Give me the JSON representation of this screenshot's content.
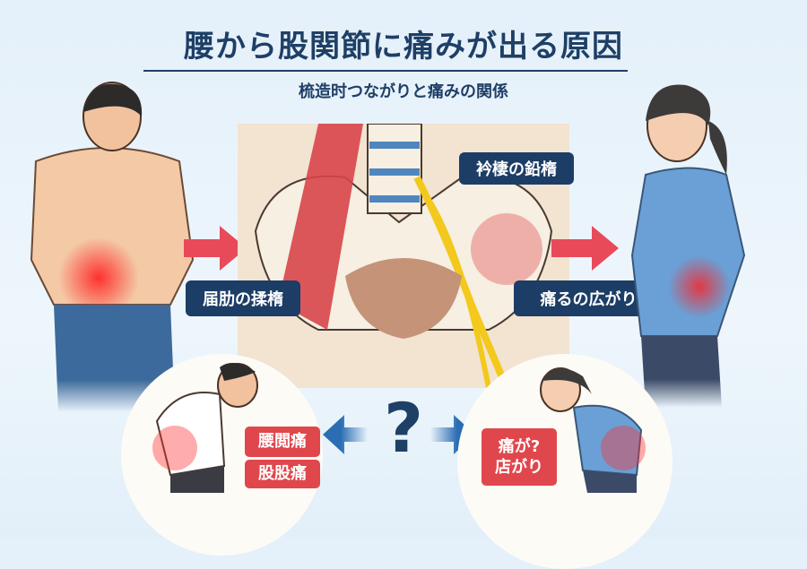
{
  "header": {
    "title": "腰から股関節に痛みが出る原因",
    "subtitle": "梳造时つながりと痛みの関係"
  },
  "anatomy": {
    "label_top_right": "衿棲の鉛楕",
    "label_left": "届肋の揉楕",
    "label_right": "痛るの広がり"
  },
  "bottom": {
    "left_labels": [
      "腰閲痛",
      "股股痛"
    ],
    "right_label_line1": "痛が?",
    "right_label_line2": "店がり",
    "question_mark": "?"
  },
  "colors": {
    "navy": "#1c3d66",
    "red": "#e0474c",
    "background": "#e4f0fa"
  }
}
